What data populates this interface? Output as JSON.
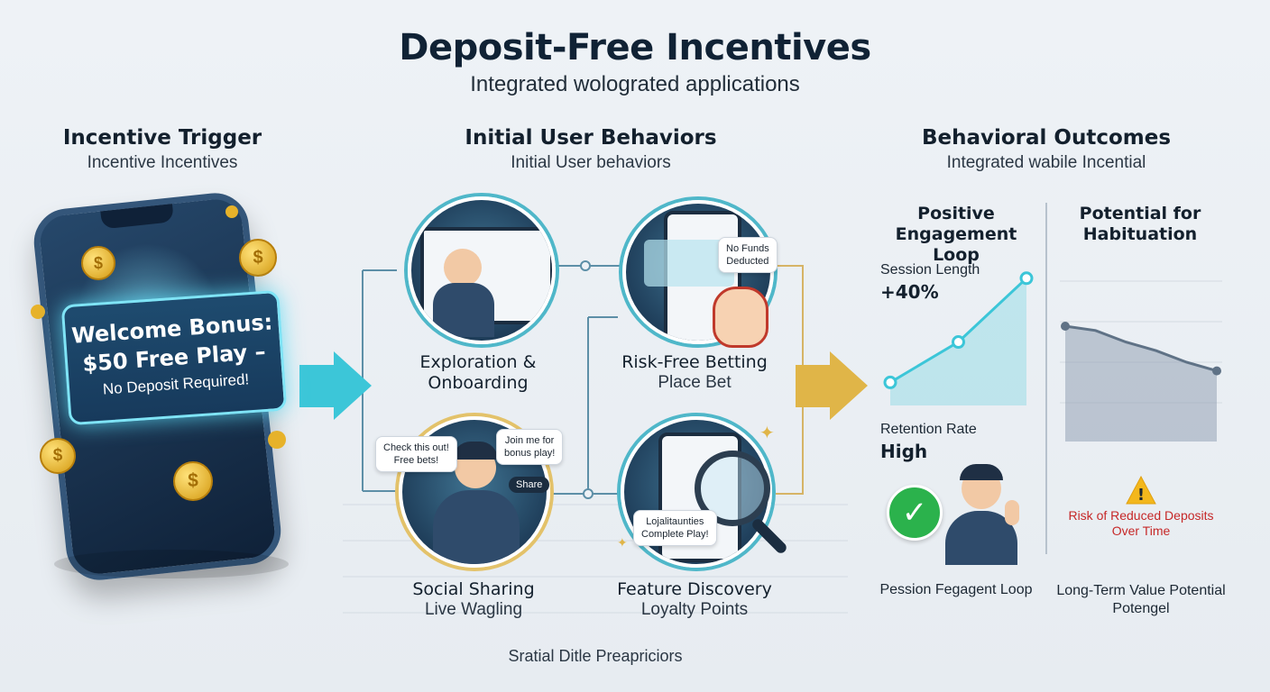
{
  "header": {
    "title": "Deposit-Free Incentives",
    "subtitle": "Integrated wolograted applications"
  },
  "trigger": {
    "heading": "Incentive Trigger",
    "sub": "Incentive Incentives",
    "bonus_line1": "Welcome Bonus:",
    "bonus_line2": "$50 Free Play –",
    "bonus_line3": "No Deposit Required!"
  },
  "behaviors": {
    "heading": "Initial User Behaviors",
    "sub": "Initial User behaviors",
    "exploration": {
      "title_line1": "Exploration &",
      "title_line2": "Onboarding"
    },
    "betting": {
      "title": "Risk-Free Betting",
      "sub": "Place Bet",
      "badge_line1": "No Funds",
      "badge_line2": "Deducted"
    },
    "social": {
      "title": "Social Sharing",
      "sub": "Live Wagling",
      "bubble1_line1": "Check this out!",
      "bubble1_line2": "Free bets!",
      "bubble2_line1": "Join me for",
      "bubble2_line2": "bonus play!",
      "share": "Share"
    },
    "feature": {
      "title": "Feature Discovery",
      "sub": "Loyalty Points",
      "tag_line1": "Lojalitaunties",
      "tag_line2": "Complete Play!"
    },
    "footer": "Sratial Ditle Preapriciors"
  },
  "outcomes": {
    "heading": "Behavioral Outcomes",
    "sub": "Integrated wabile Incential",
    "positive": {
      "heading_line1": "Positive",
      "heading_line2": "Engagement Loop",
      "session_label": "Session Length",
      "session_value": "+40%",
      "retention_label": "Retention Rate",
      "retention_value": "High",
      "footer": "Pession Fegagent Loop"
    },
    "habituation": {
      "heading_line1": "Potential for",
      "heading_line2": "Habituation",
      "risk_line1": "Risk of Reduced Deposits",
      "risk_line2": "Over Time",
      "footer_line1": "Long-Term Value Potential",
      "footer_line2": "Potengel"
    }
  },
  "chart_data": [
    {
      "type": "line",
      "name": "",
      "values": [
        0.1,
        0.43,
        0.95
      ],
      "trend": "increasing"
    },
    {
      "type": "area",
      "name": "",
      "values": [
        0.8,
        0.77,
        0.69,
        0.63,
        0.55,
        0.49
      ],
      "trend": "decreasing"
    }
  ],
  "colors": {
    "accent_teal": "#3cc6d8",
    "accent_gold": "#e0b548",
    "risk_red": "#c62828",
    "check_green": "#2bb24c",
    "warning_yellow": "#f3b71c"
  },
  "icons": [
    "coin-icon",
    "check-icon",
    "warning-icon",
    "magnifier-icon",
    "hand-pointer-icon",
    "sparkle-icon"
  ]
}
